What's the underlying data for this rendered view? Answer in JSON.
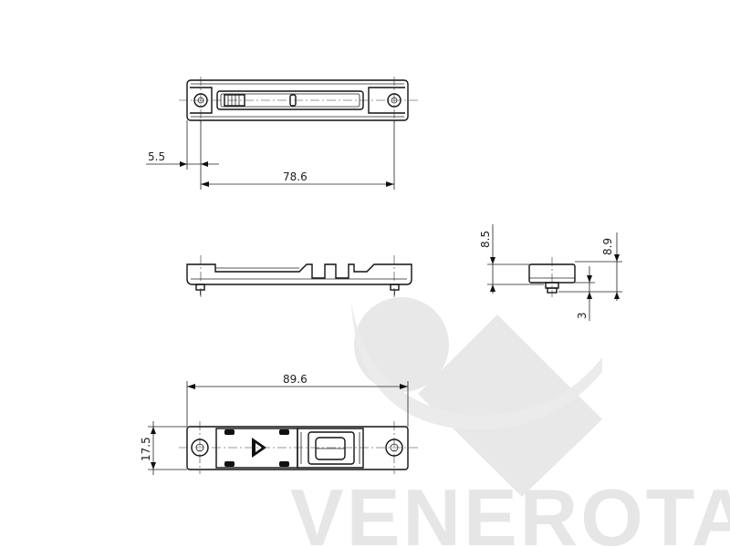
{
  "watermark": {
    "brand": "VENEROTA",
    "logo_name": "venerota-logo-icon"
  },
  "top_view": {
    "dim_offset": "5.5",
    "dim_hole_spacing": "78.6"
  },
  "side_view": {},
  "end_view": {
    "dim_height_left": "8.5",
    "dim_height_right": "8.9",
    "dim_pin": "3"
  },
  "bottom_view": {
    "dim_length": "89.6",
    "dim_width": "17.5"
  }
}
